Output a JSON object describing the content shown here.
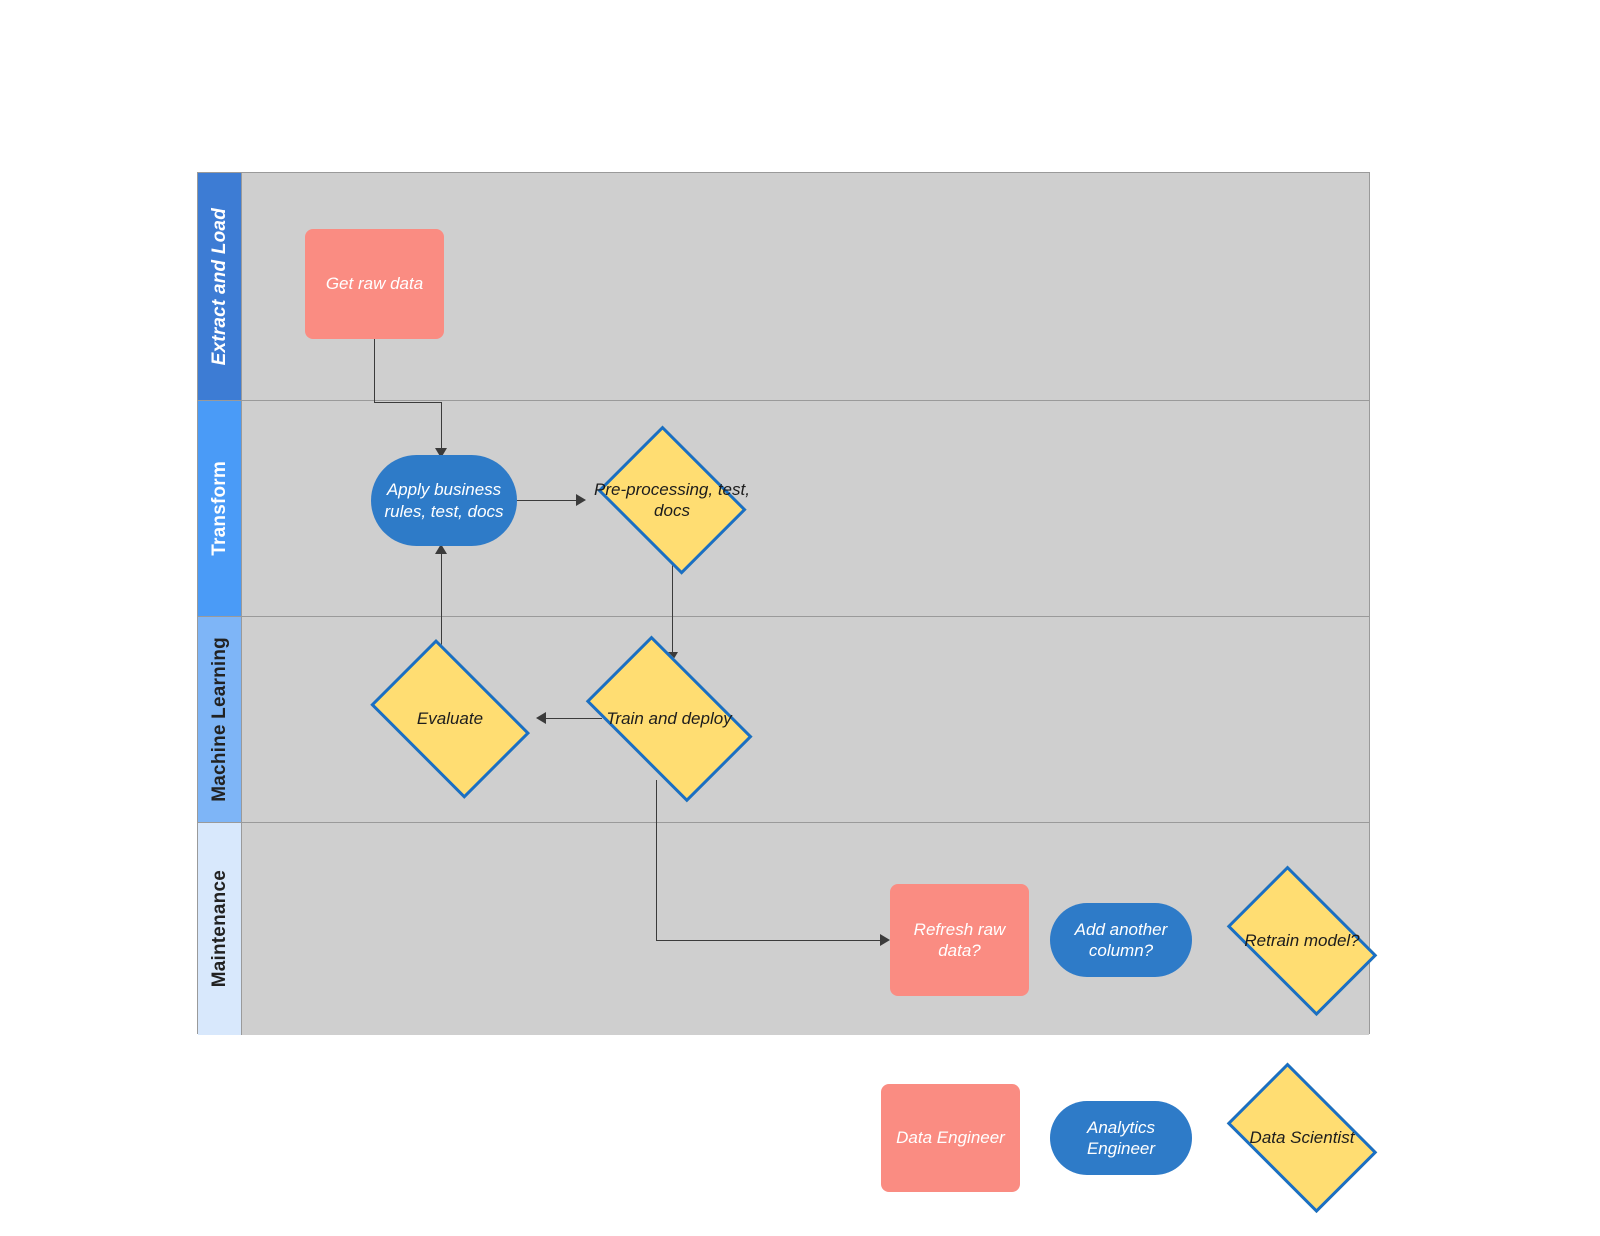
{
  "diagram": {
    "type": "swimlane-flowchart",
    "title": "",
    "lanes": [
      {
        "id": "extract-and-load",
        "label": "Extract and Load",
        "header_color": "#3d7cd4",
        "text_color": "#ffffff"
      },
      {
        "id": "transform",
        "label": "Transform",
        "header_color": "#4a9bf7",
        "text_color": "#ffffff"
      },
      {
        "id": "machine-learning",
        "label": "Machine Learning",
        "header_color": "#7eb5f7",
        "text_color": "#222222"
      },
      {
        "id": "maintenance",
        "label": "Maintenance",
        "header_color": "#d8e8fc",
        "text_color": "#222222"
      }
    ],
    "lane_background": "#cfcfcf",
    "nodes": [
      {
        "id": "get-raw-data",
        "label": "Get raw data",
        "shape": "rect",
        "lane": "extract-and-load",
        "color": "#fa8c82"
      },
      {
        "id": "apply-business-rules",
        "label": "Apply business rules, test, docs",
        "shape": "stadium",
        "lane": "transform",
        "color": "#2e7bc8"
      },
      {
        "id": "pre-processing",
        "label": "Pre-processing, test, docs",
        "shape": "diamond",
        "lane": "transform",
        "color": "#ffdd72"
      },
      {
        "id": "evaluate",
        "label": "Evaluate",
        "shape": "diamond",
        "lane": "machine-learning",
        "color": "#ffdd72"
      },
      {
        "id": "train-and-deploy",
        "label": "Train and deploy",
        "shape": "diamond",
        "lane": "machine-learning",
        "color": "#ffdd72"
      },
      {
        "id": "refresh-raw-data",
        "label": "Refresh raw data?",
        "shape": "rect",
        "lane": "maintenance",
        "color": "#fa8c82"
      },
      {
        "id": "add-another-column",
        "label": "Add another column?",
        "shape": "stadium",
        "lane": "maintenance",
        "color": "#2e7bc8"
      },
      {
        "id": "retrain-model",
        "label": "Retrain model?",
        "shape": "diamond",
        "lane": "maintenance",
        "color": "#ffdd72"
      }
    ],
    "edges": [
      {
        "from": "get-raw-data",
        "to": "apply-business-rules",
        "label": ""
      },
      {
        "from": "apply-business-rules",
        "to": "pre-processing",
        "label": ""
      },
      {
        "from": "pre-processing",
        "to": "train-and-deploy",
        "label": ""
      },
      {
        "from": "train-and-deploy",
        "to": "evaluate",
        "label": ""
      },
      {
        "from": "evaluate",
        "to": "apply-business-rules",
        "label": ""
      },
      {
        "from": "train-and-deploy",
        "to": "refresh-raw-data",
        "label": ""
      }
    ]
  },
  "legend": {
    "items": [
      {
        "id": "data-engineer",
        "label": "Data Engineer",
        "shape": "rect",
        "color": "#fa8c82"
      },
      {
        "id": "analytics-engineer",
        "label": "Analytics Engineer",
        "shape": "stadium",
        "color": "#2e7bc8"
      },
      {
        "id": "data-scientist",
        "label": "Data Scientist",
        "shape": "diamond",
        "color": "#ffdd72"
      }
    ]
  }
}
